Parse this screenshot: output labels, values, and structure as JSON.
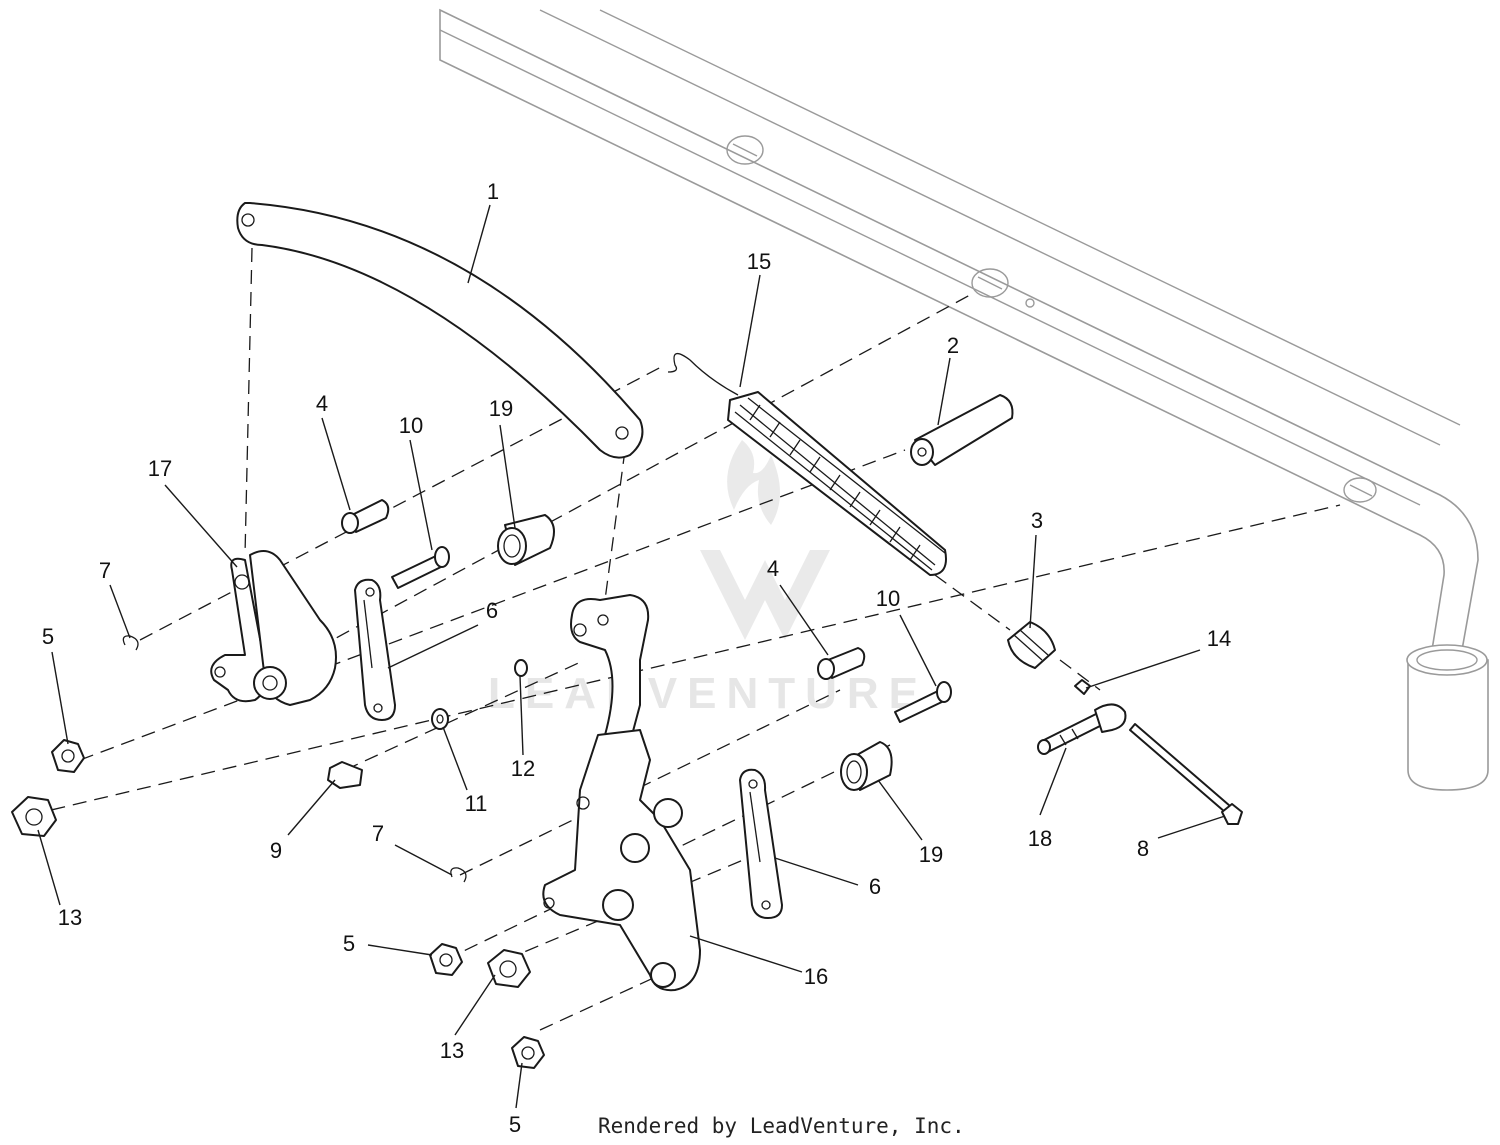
{
  "diagram": {
    "callouts": {
      "c1": "1",
      "c2": "2",
      "c3": "3",
      "c4a": "4",
      "c4b": "4",
      "c5a": "5",
      "c5b": "5",
      "c5c": "5",
      "c6a": "6",
      "c6b": "6",
      "c7a": "7",
      "c7b": "7",
      "c8": "8",
      "c9": "9",
      "c10a": "10",
      "c10b": "10",
      "c11": "11",
      "c12": "12",
      "c13a": "13",
      "c13b": "13",
      "c14": "14",
      "c15": "15",
      "c16": "16",
      "c17": "17",
      "c18": "18",
      "c19a": "19",
      "c19b": "19"
    },
    "watermark": "LEADVENTURE",
    "credit": "Rendered by LeadVenture, Inc."
  }
}
